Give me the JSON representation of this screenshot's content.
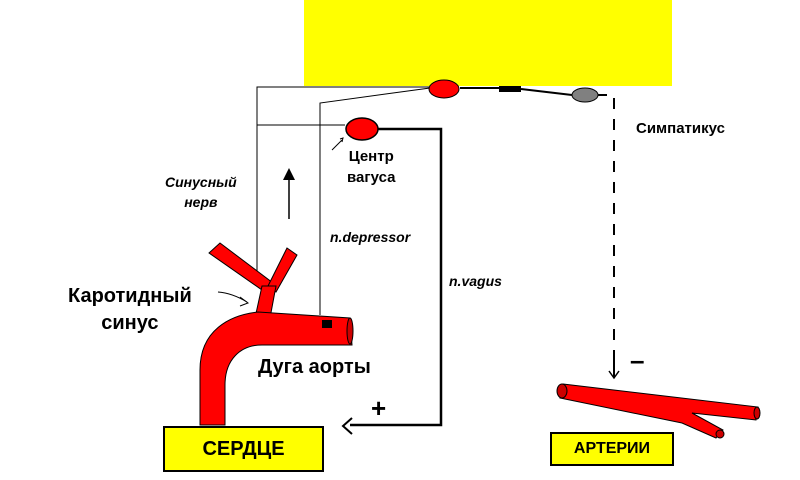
{
  "labels": {
    "center_vagus_line1": "Центр",
    "center_vagus_line2": "вагуса",
    "sympathicus": "Симпатикус",
    "sinus_nerve_line1": "Синусный",
    "sinus_nerve_line2": "нерв",
    "n_depressor": "n.depressor",
    "n_vagus": "n.vagus",
    "carotid_sinus_line1": "Каротидный",
    "carotid_sinus_line2": "синус",
    "aortic_arch": "Дуга аорты",
    "plus_sign": "+",
    "minus_sign": "–",
    "heart": "СЕРДЦЕ",
    "arteries": "АРТЕРИИ"
  },
  "colors": {
    "vessel": "#ff0000",
    "highlight": "#ffff00",
    "line": "#000000",
    "ganglion": "#808080",
    "background": "#ffffff"
  },
  "icons": {
    "upward_arrow": "arrow-up-icon",
    "heart_arrow": "arrow-left-icon",
    "artery_arrow": "arrow-down-icon"
  }
}
